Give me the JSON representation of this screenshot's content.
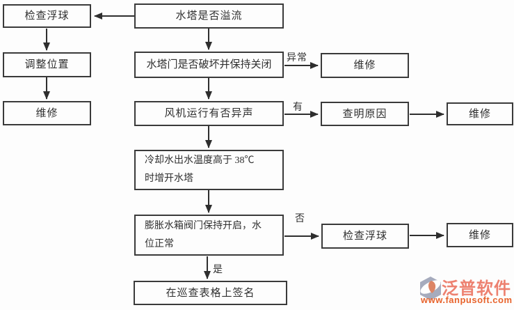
{
  "page": {
    "background": "#fdfdfd",
    "line_color": "#2e2e2e",
    "box_border_color": "#3a3a3a",
    "text_color": "#2f2f2f"
  },
  "flowchart": {
    "nodes": {
      "check_float_top": "检查浮球",
      "adjust_position": "调整位置",
      "repair_left": "维修",
      "overflow": "水塔是否溢流",
      "door": "水塔门是否破坏并保持关闭",
      "fan": "风机运行有否异声",
      "cooling": "冷却水出水温度高于 38℃\n时增开水塔",
      "expansion": "膨胀水箱阀门保持开启，水\n位正常",
      "sign": "在巡查表格上签名",
      "repair_door": "维修",
      "find_cause": "查明原因",
      "repair_fan": "维修",
      "check_float_mid": "检查浮球",
      "repair_float": "维修"
    },
    "edge_labels": {
      "abnormal": "异常",
      "has_noise": "有",
      "no": "否",
      "yes": "是"
    }
  },
  "watermark": {
    "brand": "泛普软件",
    "url": "www.fanpusoft.com",
    "brand_color": "#ed8170",
    "url_color": "#e8632c",
    "icon": "fanpu-logo-icon",
    "icon_gray": "#a6abbd",
    "icon_orange": "#dd8566",
    "icon_white": "#ffffff"
  }
}
